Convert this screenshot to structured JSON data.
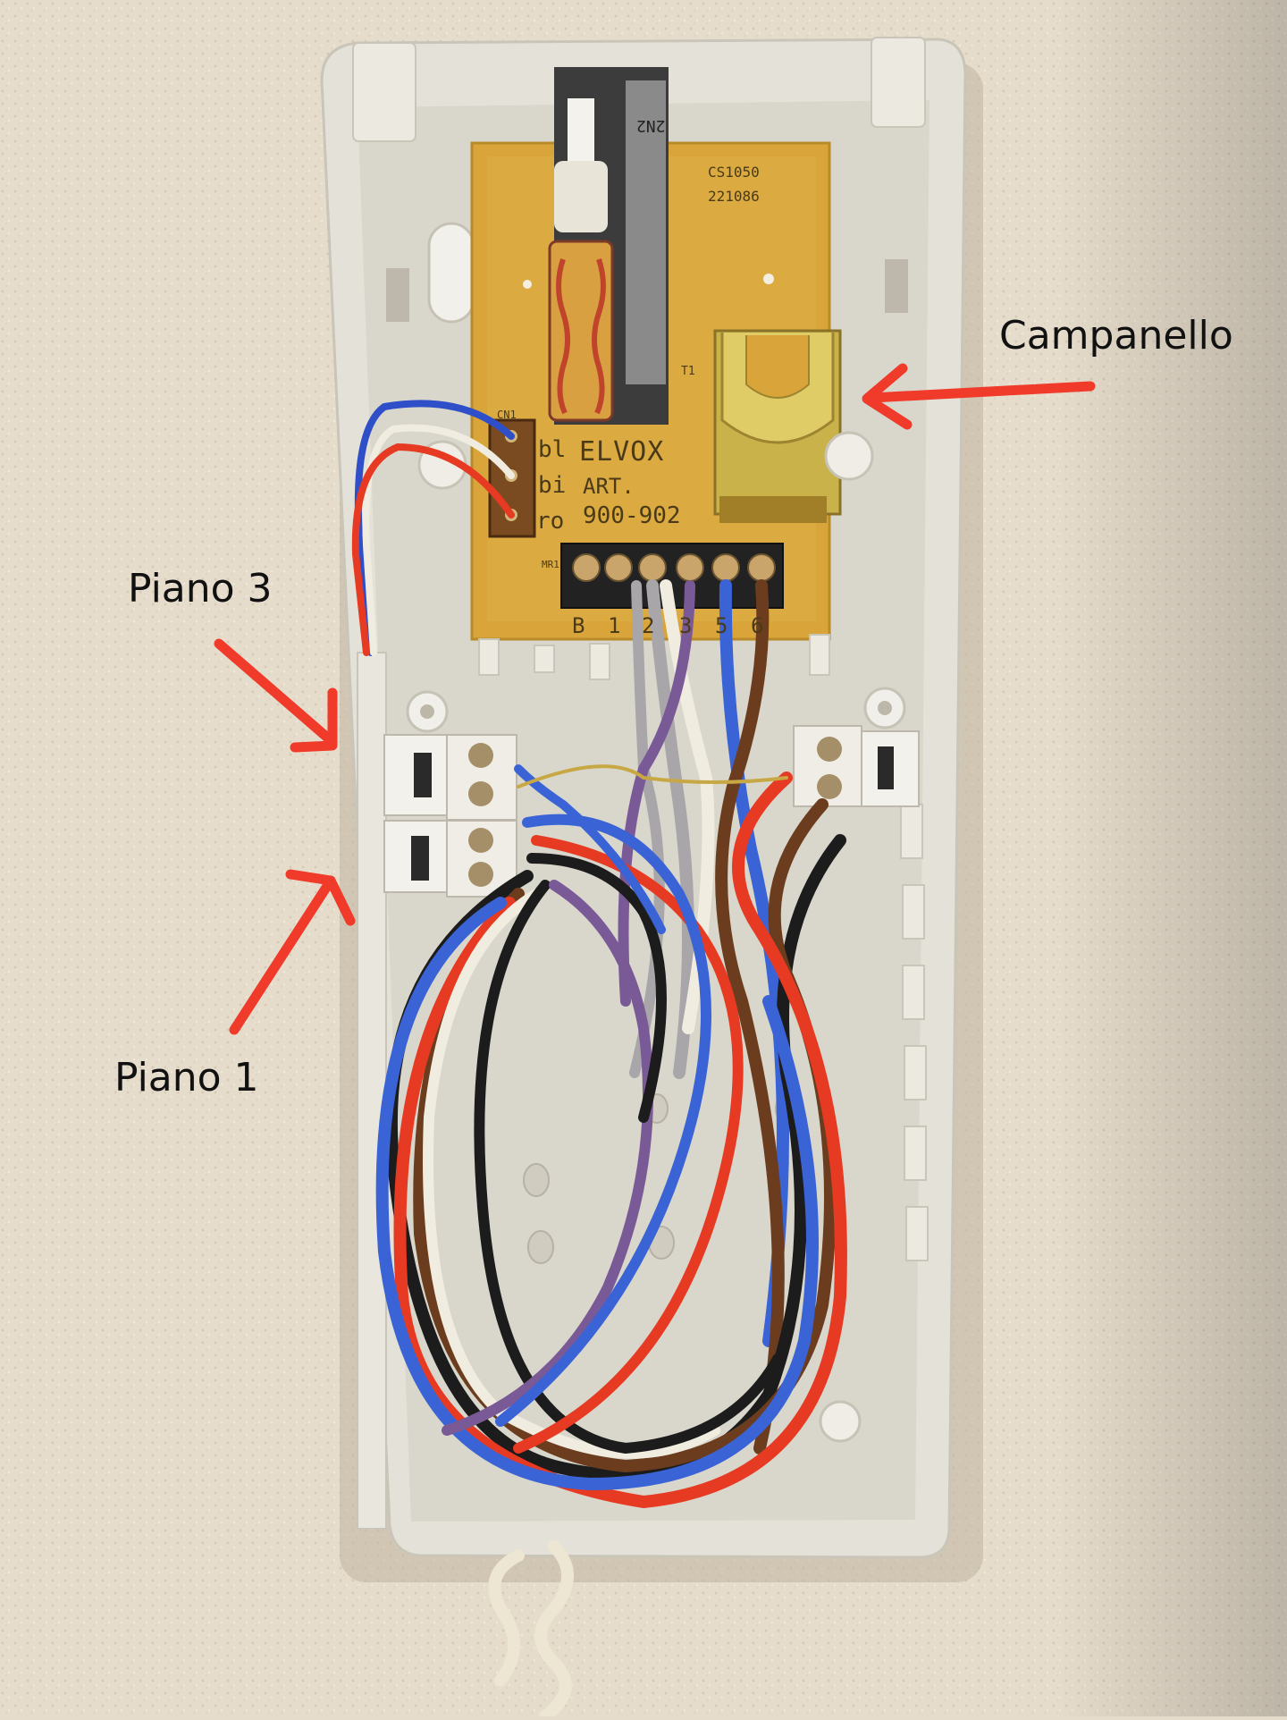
{
  "annotations": {
    "campanello": "Campanello",
    "piano_3": "Piano 3",
    "piano_1": "Piano 1"
  },
  "pcb": {
    "code_1": "CS1050",
    "code_2": "221086",
    "brand": "ELVOX",
    "art": "ART.",
    "model": "900-902",
    "connector": "CN1",
    "transformer": "T1",
    "terminal_block": "MR1",
    "component_mark": "2N2",
    "pin_labels": [
      "bl",
      "bi",
      "ro"
    ],
    "terminal_labels": [
      "B",
      "1",
      "2",
      "3",
      "5",
      "6"
    ]
  },
  "colors": {
    "wall": "#e6dccb",
    "housing": "#e4e1d8",
    "pcb": "#d9a53a",
    "arrow": "#f03a2a",
    "wire_blue": "#3a63d6",
    "wire_red": "#e63a22",
    "wire_black": "#1c1c1c",
    "wire_brown": "#6b3d1e",
    "wire_white": "#f0ece0",
    "wire_purple": "#7a5a96",
    "wire_grey": "#a8a6a8"
  }
}
